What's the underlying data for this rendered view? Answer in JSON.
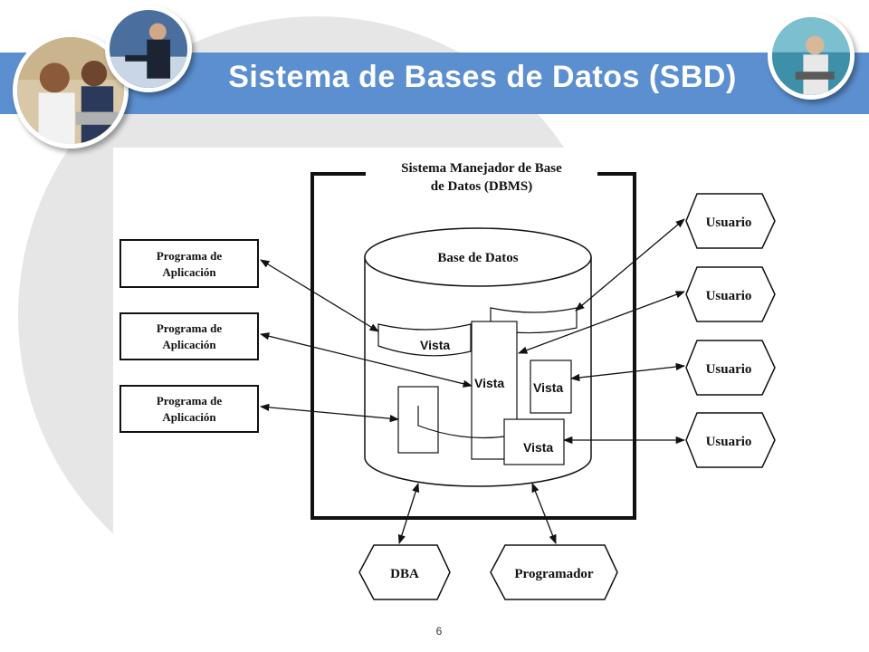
{
  "slide": {
    "title": "Sistema de Bases de Datos (SBD)",
    "page_number": "6"
  },
  "colors": {
    "title_band": "#5b8fcf",
    "background_circle": "#e6e6e6"
  },
  "diagram": {
    "dbms_label_line1": "Sistema Manejador de Base",
    "dbms_label_line2": "de Datos (DBMS)",
    "database_label": "Base de Datos",
    "programs": [
      {
        "line1": "Programa de",
        "line2": "Aplicación"
      },
      {
        "line1": "Programa de",
        "line2": "Aplicación"
      },
      {
        "line1": "Programa de",
        "line2": "Aplicación"
      }
    ],
    "users": [
      "Usuario",
      "Usuario",
      "Usuario",
      "Usuario"
    ],
    "views": [
      "Vista",
      "Vista",
      "Vista",
      "Vista"
    ],
    "dba_label": "DBA",
    "programmer_label": "Programador"
  }
}
